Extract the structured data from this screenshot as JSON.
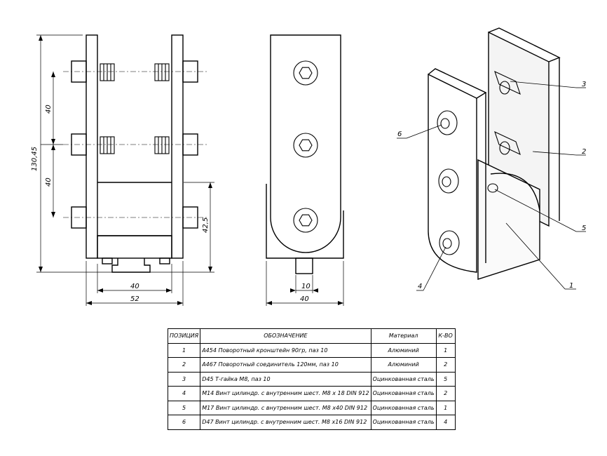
{
  "dimensions": {
    "overall_height": "130,45",
    "pitch_upper": "40",
    "pitch_lower": "40",
    "lower_height": "42,5",
    "front_inner_width": "40",
    "front_outer_width": "52",
    "side_slot": "10",
    "side_width": "40"
  },
  "callouts": [
    "3",
    "2",
    "6",
    "5",
    "4",
    "1"
  ],
  "bom": {
    "headers": [
      "ПОЗИЦИЯ",
      "ОБОЗНАЧЕНИЕ",
      "Материал",
      "К-ВО"
    ],
    "rows": [
      {
        "pos": "1",
        "name": "А454 Поворотный кронштейн 90гр, паз 10",
        "material": "Алюминий",
        "qty": "1"
      },
      {
        "pos": "2",
        "name": "А467 Поворотный соединитель 120мм, паз 10",
        "material": "Алюминий",
        "qty": "2"
      },
      {
        "pos": "3",
        "name": "D45 Т-гайка М8, паз 10",
        "material": "Оцинкованная сталь",
        "qty": "5"
      },
      {
        "pos": "4",
        "name": "М14 Винт цилиндр. с внутренним шест. М8 x 18 DIN 912",
        "material": "Оцинкованная сталь",
        "qty": "2"
      },
      {
        "pos": "5",
        "name": "М17 Винт цилиндр. с внутренним шест. М8 x40 DIN 912",
        "material": "Оцинкованная сталь",
        "qty": "1"
      },
      {
        "pos": "6",
        "name": "D47 Винт цилиндр. с внутренним шест. М8 x16 DIN 912",
        "material": "Оцинкованная сталь",
        "qty": "4"
      }
    ]
  }
}
